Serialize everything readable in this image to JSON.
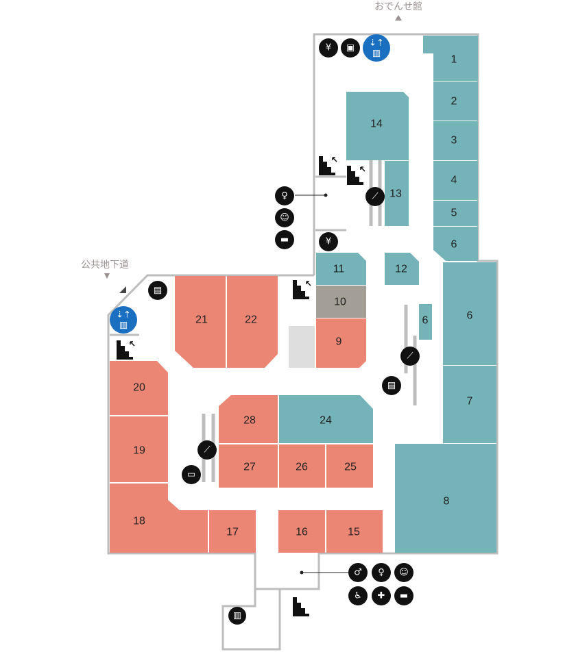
{
  "directions": {
    "odense": "おでんせ館",
    "underpass": "公共地下道"
  },
  "colors": {
    "teal": "#74b4b9",
    "salmon": "#ea8673",
    "grey": "#a39f96",
    "elevator_blue": "#1a6fc0"
  },
  "shops": {
    "s1": "1",
    "s2": "2",
    "s3": "3",
    "s4": "4",
    "s5": "5",
    "s6a": "6",
    "s6b": "6",
    "s6c": "6",
    "s7": "7",
    "s8": "8",
    "s9": "9",
    "s10": "10",
    "s11": "11",
    "s12": "12",
    "s13": "13",
    "s14": "14",
    "s15": "15",
    "s16": "16",
    "s17": "17",
    "s18": "18",
    "s19": "19",
    "s20": "20",
    "s21": "21",
    "s22": "22",
    "s24": "24",
    "s25": "25",
    "s26": "26",
    "s27": "27",
    "s28": "28"
  },
  "icons": [
    "atm-icon",
    "photo-booth-icon",
    "elevator-icon",
    "stairs-icon",
    "escalator-icon",
    "womens-restroom-icon",
    "baby-restroom-icon",
    "baby-changing-icon",
    "locker-icon",
    "smoking-area-icon",
    "mens-restroom-icon",
    "wheelchair-restroom-icon",
    "ostomate-icon"
  ]
}
